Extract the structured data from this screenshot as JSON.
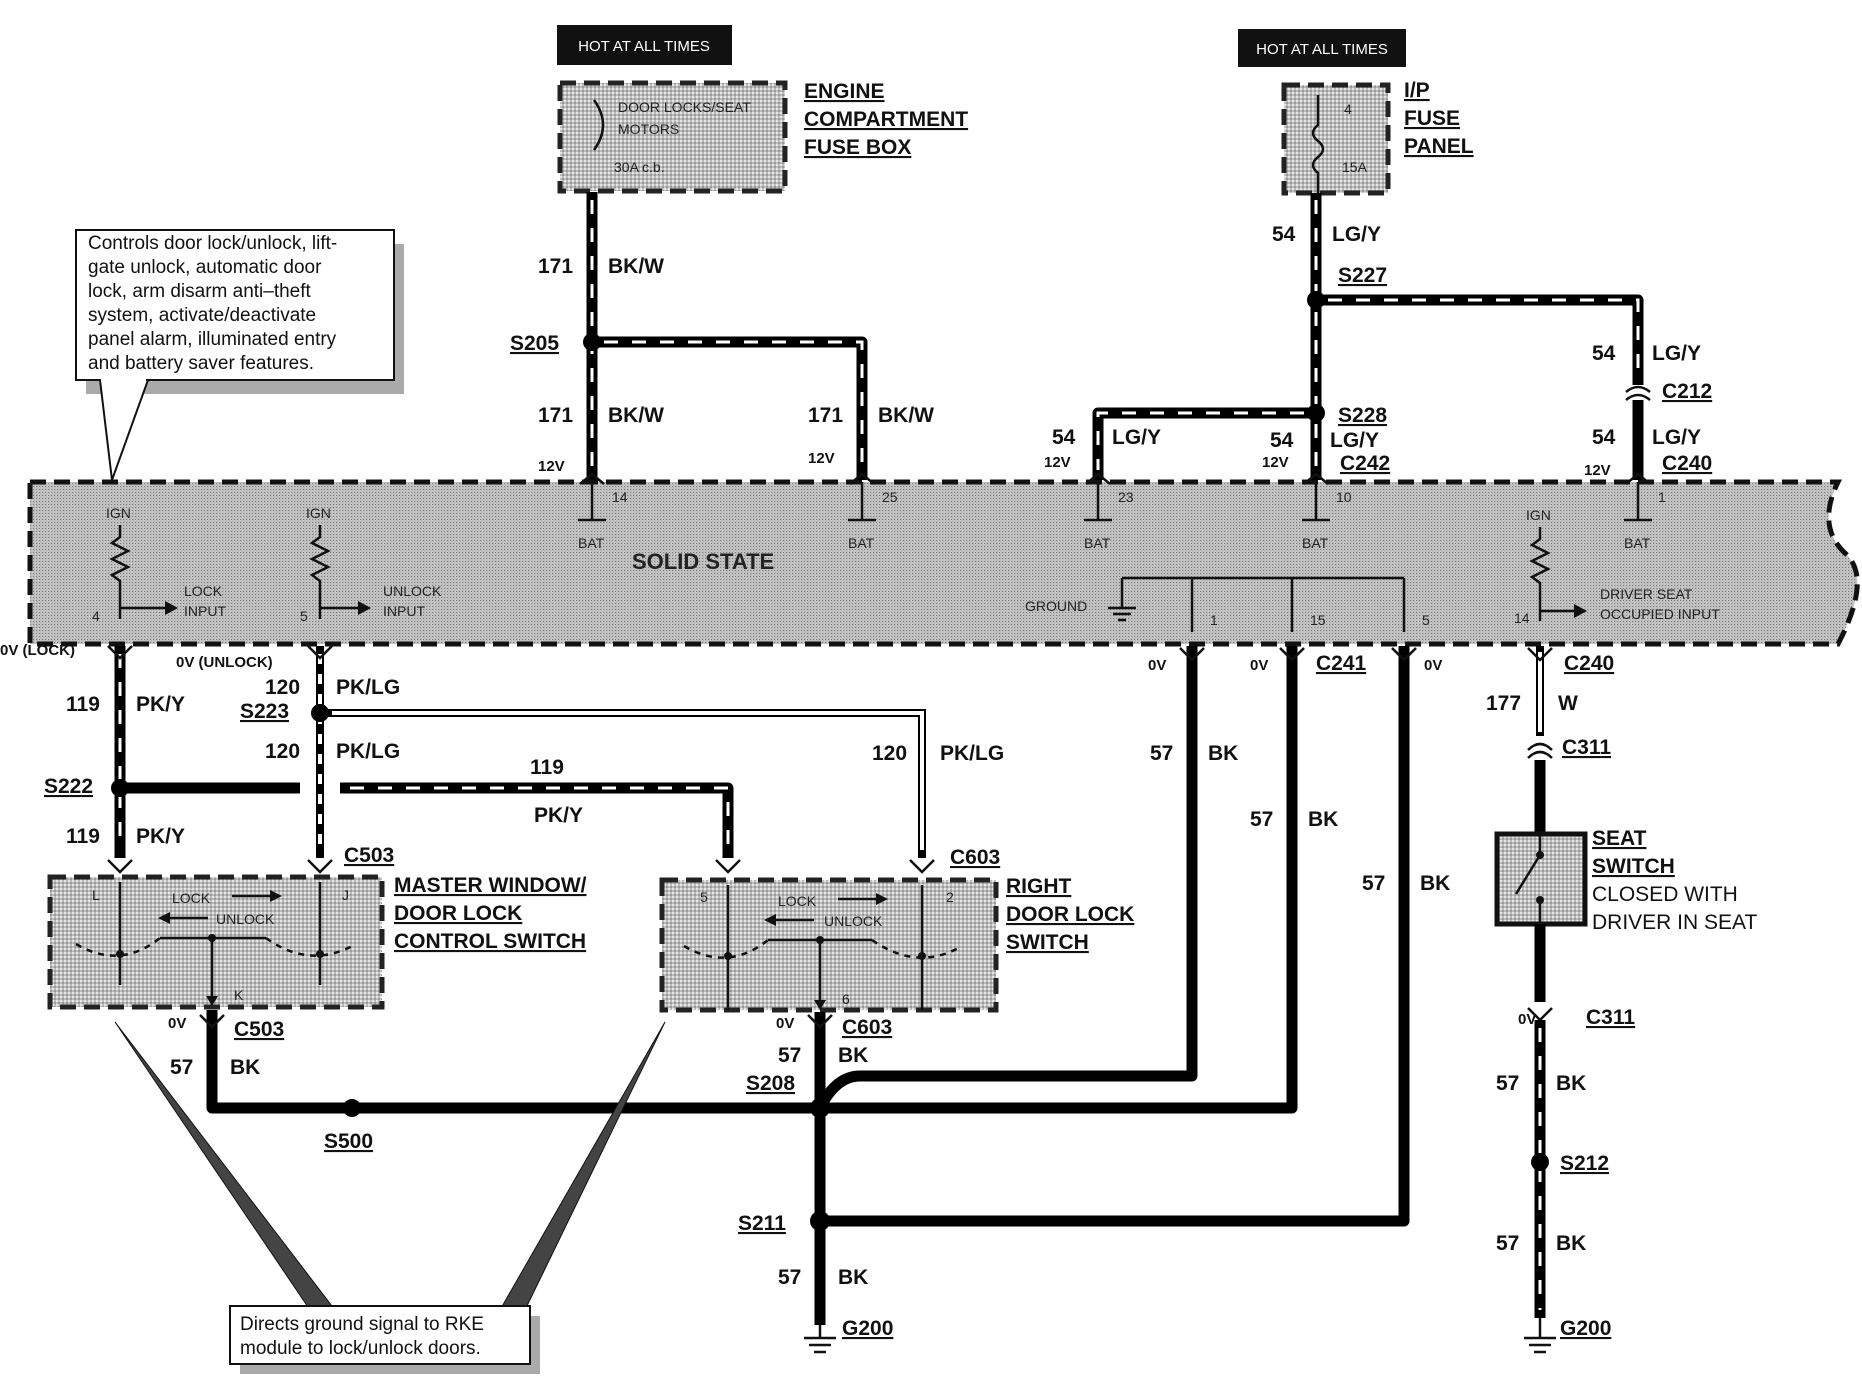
{
  "hot_labels": [
    "HOT AT ALL TIMES",
    "HOT AT ALL TIMES"
  ],
  "engine_fuse": {
    "title_lines": [
      "ENGINE",
      "COMPARTMENT",
      "FUSE BOX"
    ],
    "fuse_lines": [
      "DOOR LOCKS/SEAT",
      "MOTORS",
      "30A c.b."
    ]
  },
  "ip_fuse": {
    "title_lines": [
      "I/P",
      "FUSE",
      "PANEL"
    ],
    "fuse_number": "4",
    "fuse_rating": "15A"
  },
  "note_top": [
    "Controls door lock/unlock, lift-",
    "gate unlock, automatic door",
    "lock, arm disarm anti–theft",
    "system,  activate/deactivate",
    "panel alarm, illuminated entry",
    "and battery saver features."
  ],
  "note_bottom": [
    "Directs ground signal to RKE",
    "module to lock/unlock doors."
  ],
  "module": {
    "title": "SOLID STATE",
    "ign": "IGN",
    "bat": "BAT",
    "ground": "GROUND",
    "lock_input": [
      "LOCK",
      "INPUT"
    ],
    "unlock_input": [
      "UNLOCK",
      "INPUT"
    ],
    "driver_seat": [
      "DRIVER SEAT",
      "OCCUPIED INPUT"
    ],
    "pins": {
      "p4": "4",
      "p5": "5",
      "p14": "14",
      "p25": "25",
      "p23": "23",
      "p10": "10",
      "p1": "1",
      "g1": "1",
      "g15": "15",
      "g5": "5",
      "p14b": "14"
    },
    "v12": "12V",
    "v0": "0V",
    "v0_lock": "0V (LOCK)",
    "v0_unlock": "0V (UNLOCK)"
  },
  "wires": {
    "w171": "171",
    "bkw": "BK/W",
    "w54": "54",
    "lgy": "LG/Y",
    "w119": "119",
    "pky": "PK/Y",
    "w120": "120",
    "pklg": "PK/LG",
    "w57": "57",
    "bk": "BK",
    "w177": "177",
    "w": "W"
  },
  "splices": {
    "s205": "S205",
    "s227": "S227",
    "s228": "S228",
    "s223": "S223",
    "s222": "S222",
    "s500": "S500",
    "s208": "S208",
    "s211": "S211",
    "s212": "S212"
  },
  "connectors": {
    "c212": "C212",
    "c240": "C240",
    "c242": "C242",
    "c241": "C241",
    "c311": "C311",
    "c503": "C503",
    "c603": "C603",
    "g200": "G200"
  },
  "master_switch": {
    "title_lines": [
      "MASTER WINDOW/",
      "DOOR LOCK",
      "CONTROL SWITCH"
    ],
    "lock": "LOCK",
    "unlock": "UNLOCK",
    "pin_l": "L",
    "pin_j": "J",
    "pin_k": "K"
  },
  "right_switch": {
    "title_lines": [
      "RIGHT",
      "DOOR LOCK",
      "SWITCH"
    ],
    "lock": "LOCK",
    "unlock": "UNLOCK",
    "pin_5": "5",
    "pin_2": "2",
    "pin_6": "6"
  },
  "seat_switch": {
    "title_lines": [
      "SEAT",
      "SWITCH"
    ],
    "desc_lines": [
      "CLOSED WITH",
      "DRIVER IN SEAT"
    ]
  }
}
